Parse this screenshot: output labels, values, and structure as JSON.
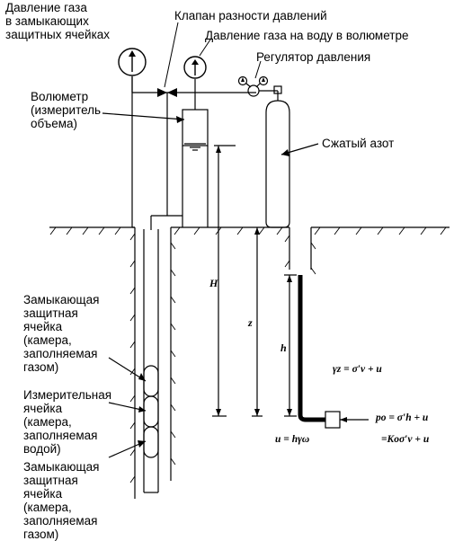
{
  "labels": {
    "gas_pressure_cells": "Давление газа\nв замыкающих\nзащитных ячейках",
    "valve_diff": "Клапан разности давлений",
    "gas_on_water": "Давление газа на воду в волюметре",
    "regulator": "Регулятор давления",
    "volumeter": "Волюметр\n(измеритель\nобъема)",
    "nitrogen": "Сжатый азот",
    "cell_top": "Замыкающая\nзащитная\nячейка\n(камера,\nзаполняемая\nгазом)",
    "cell_measure": "Измерительная\nячейка\n(камера,\nзаполняемая\nводой)",
    "cell_bottom": "Замыкающая\nзащитная\nячейка\n(камера,\nзаполняемая\nгазом)"
  },
  "dims": {
    "H": "H",
    "z": "z",
    "h": "h"
  },
  "formulas": {
    "gamma_z": "γz = σ′v + u",
    "p0": "po = σ′h + u",
    "k0": "=Koσ′v + u",
    "u": "u = hγω"
  }
}
